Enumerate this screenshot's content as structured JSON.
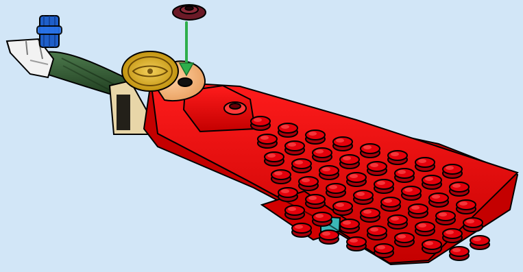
{
  "colors": {
    "background": "#d2e6f7",
    "red": "#e3000b",
    "red_dark": "#a8000a",
    "green": "#2f5a2f",
    "blue": "#1f5fc9",
    "white": "#f2f2f2",
    "tan": "#e8d6a8",
    "gold": "#d8a200",
    "peach": "#f0b27a",
    "dark_red": "#6b1a27",
    "teal": "#3bb7b7",
    "arrow": "#2eae4b",
    "outline": "#000000"
  },
  "parts": {
    "main_assembly": "red-wing-assembly",
    "handle": "green-handle",
    "top_connector": "blue-axle-connector",
    "end_connector": "white-pin-connector",
    "coin": "gold-medallion-tile",
    "round_plate": "peach-round-plate",
    "incoming_part": "dark-red-round-plate",
    "placement_arrow": "green-down-arrow"
  }
}
